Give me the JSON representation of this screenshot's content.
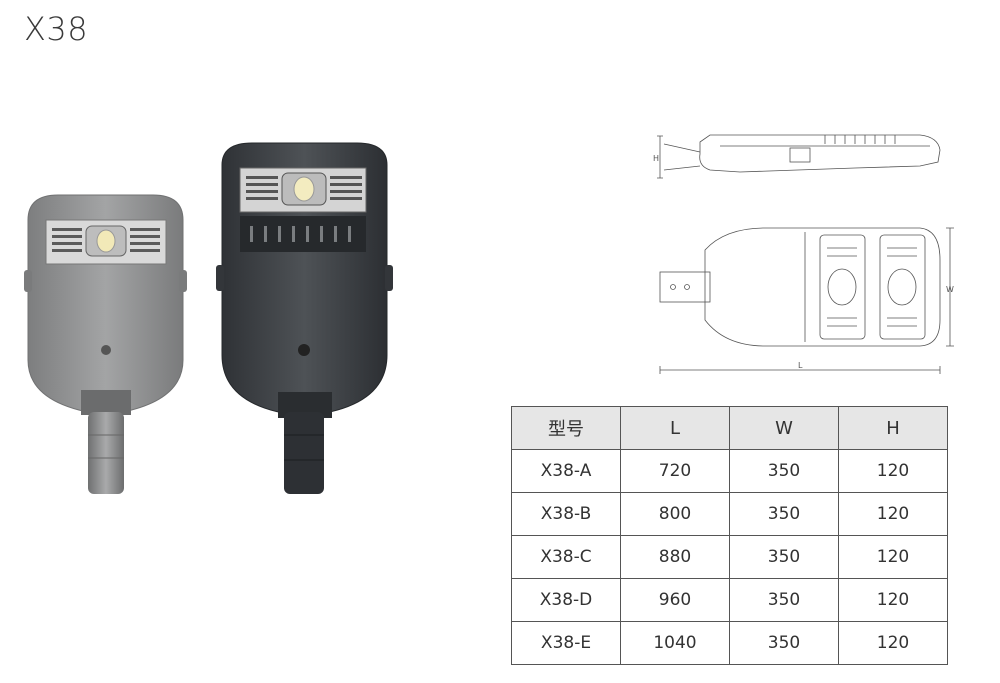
{
  "title": "X38",
  "photos": [
    {
      "name": "gray-street-light",
      "body_color": "#8e8f90"
    },
    {
      "name": "dark-street-light",
      "body_color": "#3f4347"
    }
  ],
  "drawing": {
    "side_view_label": "H",
    "top_view_width_label": "W",
    "top_view_length_label": "L"
  },
  "spec_table": {
    "headers": [
      "型号",
      "L",
      "W",
      "H"
    ],
    "rows": [
      [
        "X38-A",
        "720",
        "350",
        "120"
      ],
      [
        "X38-B",
        "800",
        "350",
        "120"
      ],
      [
        "X38-C",
        "880",
        "350",
        "120"
      ],
      [
        "X38-D",
        "960",
        "350",
        "120"
      ],
      [
        "X38-E",
        "1040",
        "350",
        "120"
      ]
    ]
  }
}
